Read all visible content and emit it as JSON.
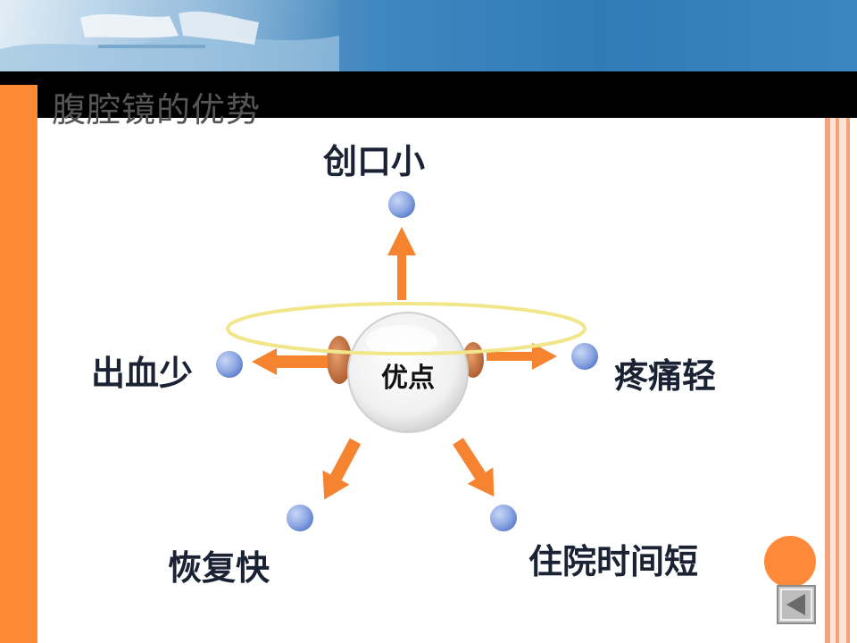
{
  "title": "腹腔镜的优势",
  "center_label": "优点",
  "advantages": [
    {
      "label": "创口小"
    },
    {
      "label": "出血少"
    },
    {
      "label": "疼痛轻"
    },
    {
      "label": "恢复快"
    },
    {
      "label": "住院时间短"
    }
  ],
  "colors": {
    "accent_orange": "#ff8a36",
    "arrow_orange": "#f5832f",
    "node_blue": "#7f9fe0",
    "ring_yellow": "#f2e68a",
    "banner_blue": "#3a86c2"
  },
  "icons": {
    "back": "triangle-left-icon"
  }
}
